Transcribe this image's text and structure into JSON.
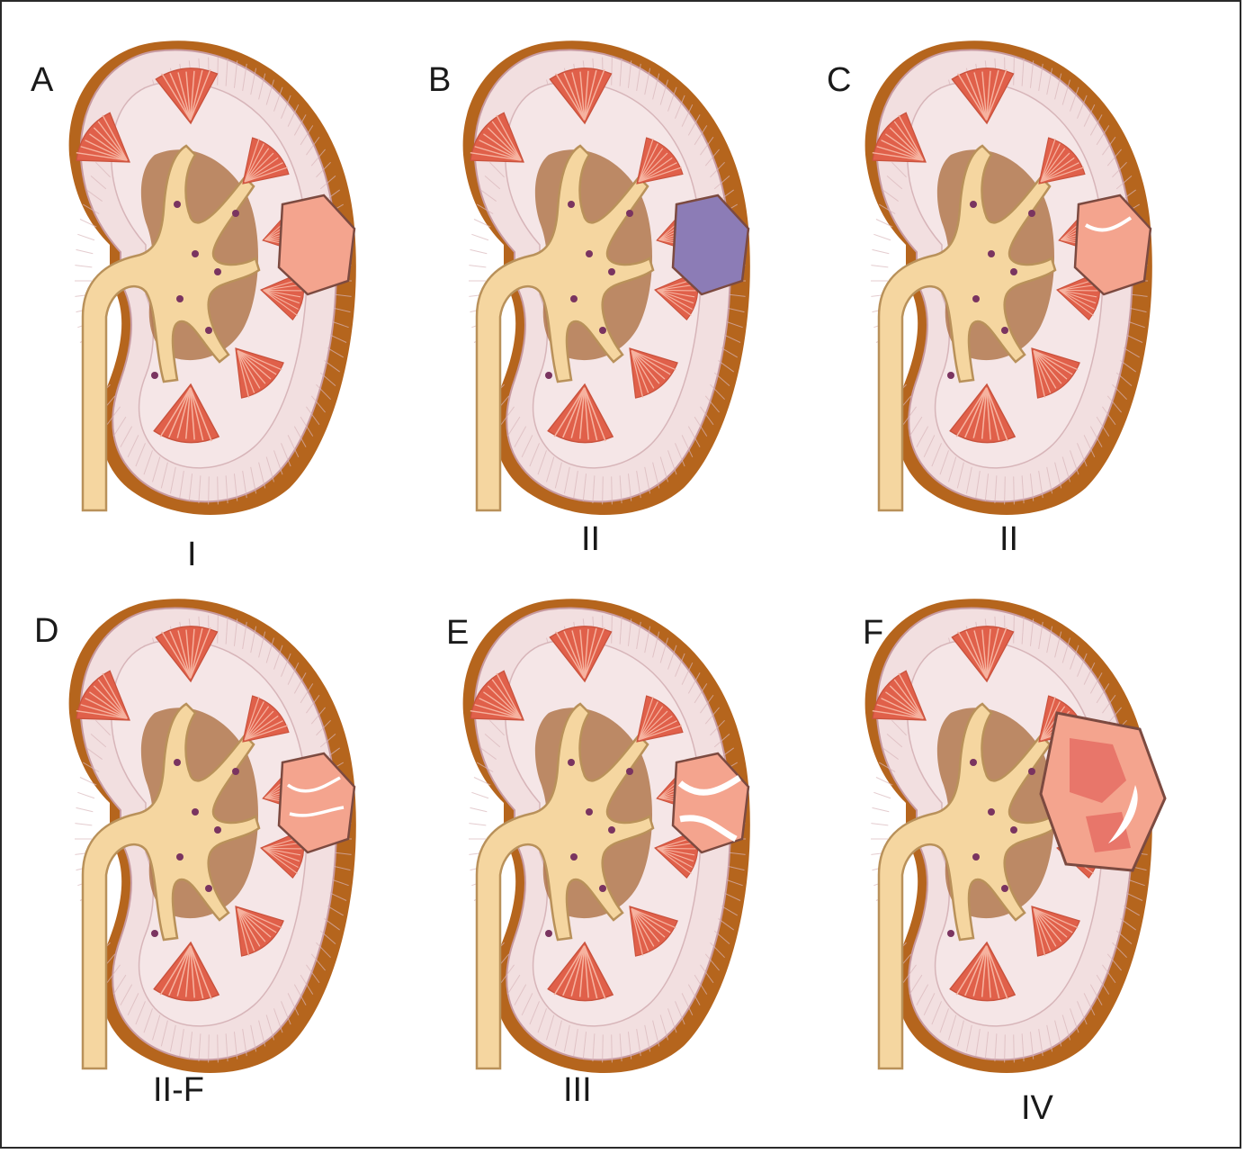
{
  "colors": {
    "capsule_dark": "#b5651d",
    "cortex": "#f2dfe0",
    "cortex_stripe": "#d9b7bb",
    "pyramid": "#e0604a",
    "pyramid_light": "#f6b3a0",
    "pelvis": "#f5d6a0",
    "pelvis_edge": "#b9915a",
    "sinus_fat": "#a86a3a",
    "lesion_pink": "#f4a48e",
    "lesion_purple": "#8c7cb6"
  },
  "panels": [
    {
      "letter": "A",
      "grade": "I",
      "lesion": "simple",
      "lesion_color": "#f4a48e"
    },
    {
      "letter": "B",
      "grade": "II",
      "lesion": "hyperdense",
      "lesion_color": "#8c7cb6"
    },
    {
      "letter": "C",
      "grade": "II",
      "lesion": "septate",
      "lesion_color": "#f4a48e"
    },
    {
      "letter": "D",
      "grade": "II-F",
      "lesion": "multisept",
      "lesion_color": "#f4a48e"
    },
    {
      "letter": "E",
      "grade": "III",
      "lesion": "thick",
      "lesion_color": "#f4a48e"
    },
    {
      "letter": "F",
      "grade": "IV",
      "lesion": "solid",
      "lesion_color": "#f4a48e"
    }
  ]
}
